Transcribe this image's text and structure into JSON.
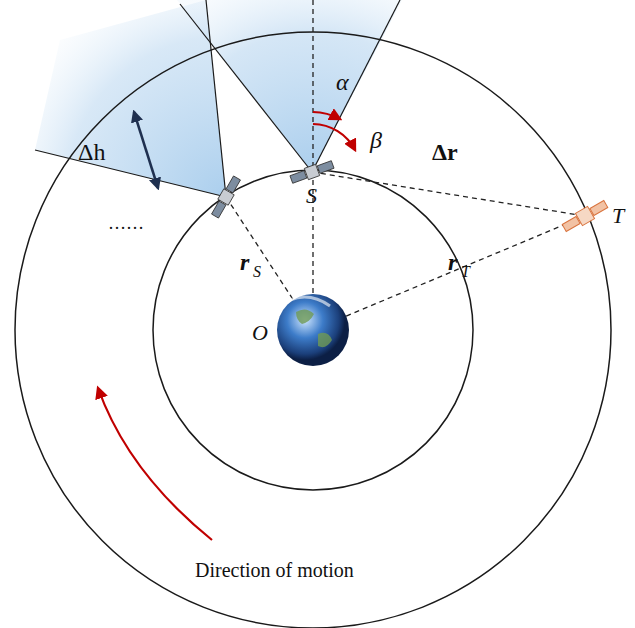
{
  "diagram": {
    "labels": [
      "α",
      "β",
      "Δh",
      "S",
      "Δr",
      "r",
      "S",
      "r",
      "T",
      "T",
      "O",
      "……",
      "Direction of motion"
    ]
  }
}
